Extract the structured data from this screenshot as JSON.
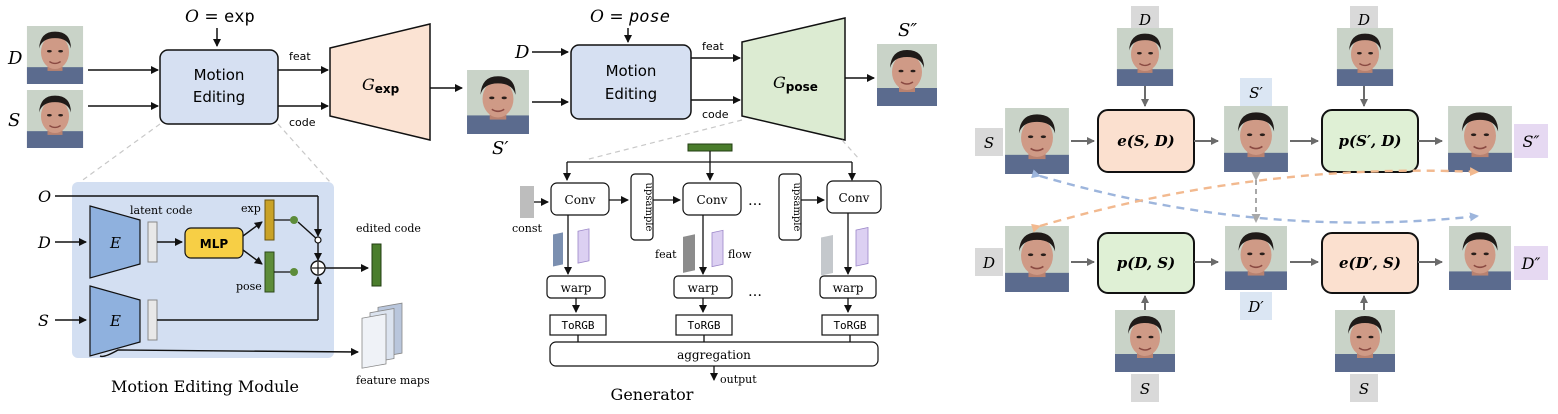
{
  "left": {
    "op1_prefix": "O = ",
    "op1_value": "exp",
    "op2_prefix": "O = ",
    "op2_value": "pose",
    "input_d": "D",
    "input_s": "S",
    "motion_editing_line1": "Motion",
    "motion_editing_line2": "Editing",
    "feat_label": "feat",
    "code_label": "code",
    "g_exp_main": "G",
    "g_exp_sub": "exp",
    "g_pose_main": "G",
    "g_pose_sub": "pose",
    "s_prime": "S′",
    "s_double_prime": "S″"
  },
  "module": {
    "title": "Motion Editing Module",
    "input_o": "O",
    "input_d": "D",
    "input_s": "S",
    "encoder_label": "E",
    "latent_code": "latent code",
    "mlp": "MLP",
    "exp": "exp",
    "pose": "pose",
    "edited_code": "edited code",
    "feature_maps": "feature maps"
  },
  "generator": {
    "title": "Generator",
    "const": "const",
    "conv": "Conv",
    "upsample": "upsample",
    "warp": "warp",
    "torgb": "ToRGB",
    "feat": "feat",
    "flow": "flow",
    "aggregation": "aggregation",
    "output": "output",
    "ellipsis": "…"
  },
  "right": {
    "top_d_left": "D",
    "top_d_right": "D",
    "s_label": "S",
    "s_prime": "S′",
    "s_double_prime": "S″",
    "e_sd": "e(S, D)",
    "p_spd": "p(S′, D)",
    "d_label": "D",
    "d_prime": "D′",
    "d_double_prime": "D″",
    "p_ds": "p(D, S)",
    "e_dps": "e(D′, S)",
    "bottom_s_left": "S",
    "bottom_s_right": "S"
  },
  "colors": {
    "motion_box": "#d6e0f2",
    "g_exp": "#fbe3d3",
    "g_pose": "#dcebd2",
    "module_bg": "#d3dff2",
    "encoder": "#8fb1de",
    "mlp": "#f7cf45",
    "exp_bar": "#c9a227",
    "pose_bar": "#5d8c3a",
    "edited_bar": "#4a7d2c",
    "right_orange": "#fbe0cf",
    "right_green": "#dff0d5",
    "label_gray": "#d9d9d9",
    "label_blue": "#dbe6f3",
    "label_purple": "#e6d9f2",
    "arrow_blue": "#9db5dc",
    "arrow_orange": "#f2b98f"
  }
}
